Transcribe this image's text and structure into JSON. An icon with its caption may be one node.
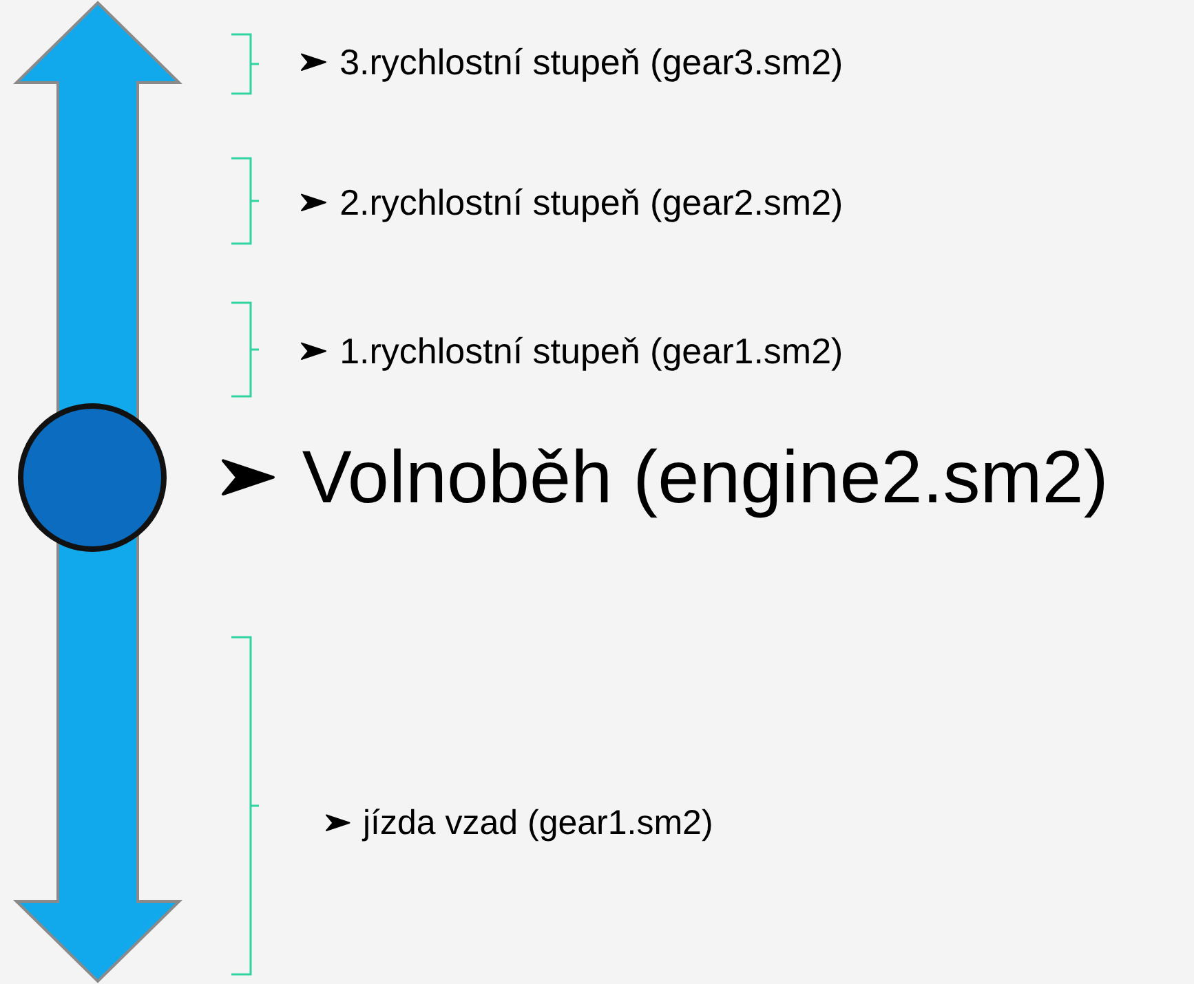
{
  "diagram": {
    "labels": [
      "3.rychlostní stupeň (gear3.sm2)",
      "2.rychlostní stupeň (gear2.sm2)",
      "1.rychlostní stupeň (gear1.sm2)",
      "Volnoběh (engine2.sm2)",
      "jízda vzad (gear1.sm2)"
    ]
  }
}
